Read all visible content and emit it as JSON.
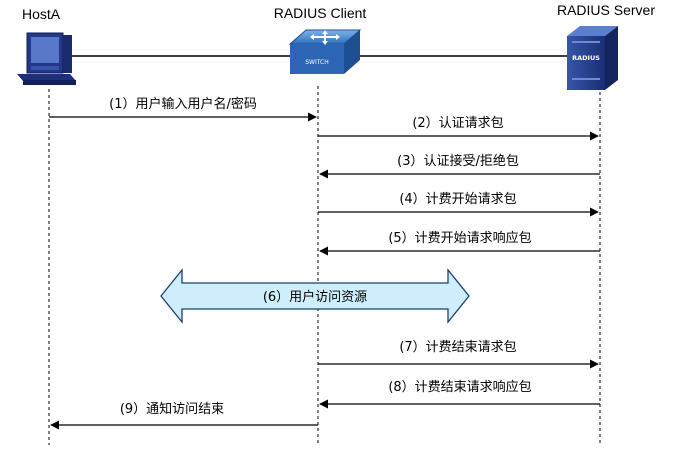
{
  "entities": {
    "host": "HostA",
    "client": "RADIUS Client",
    "server": "RADIUS Server",
    "switch_text": "SWITCH",
    "server_text": "RADIUS"
  },
  "messages": [
    {
      "label": "(1）用户输入用户名/密码",
      "from": "host",
      "to": "client"
    },
    {
      "label": "(2）认证请求包",
      "from": "client",
      "to": "server"
    },
    {
      "label": "(3）认证接受/拒绝包",
      "from": "server",
      "to": "client"
    },
    {
      "label": "(4）计费开始请求包",
      "from": "client",
      "to": "server"
    },
    {
      "label": "(5）计费开始请求响应包",
      "from": "server",
      "to": "client"
    },
    {
      "label": "(6）用户访问资源",
      "from": "host",
      "to": "server",
      "style": "double-block-arrow"
    },
    {
      "label": "(7）计费结束请求包",
      "from": "client",
      "to": "server"
    },
    {
      "label": "(8）计费结束请求响应包",
      "from": "server",
      "to": "client"
    },
    {
      "label": "(9）通知访问结束",
      "from": "client",
      "to": "host"
    }
  ],
  "colors": {
    "block_arrow_fill": "#cdeefa",
    "block_arrow_stroke": "#1c3f6e",
    "switch_blue": "#2f6fbe",
    "server_blue": "#1f3f8f"
  }
}
